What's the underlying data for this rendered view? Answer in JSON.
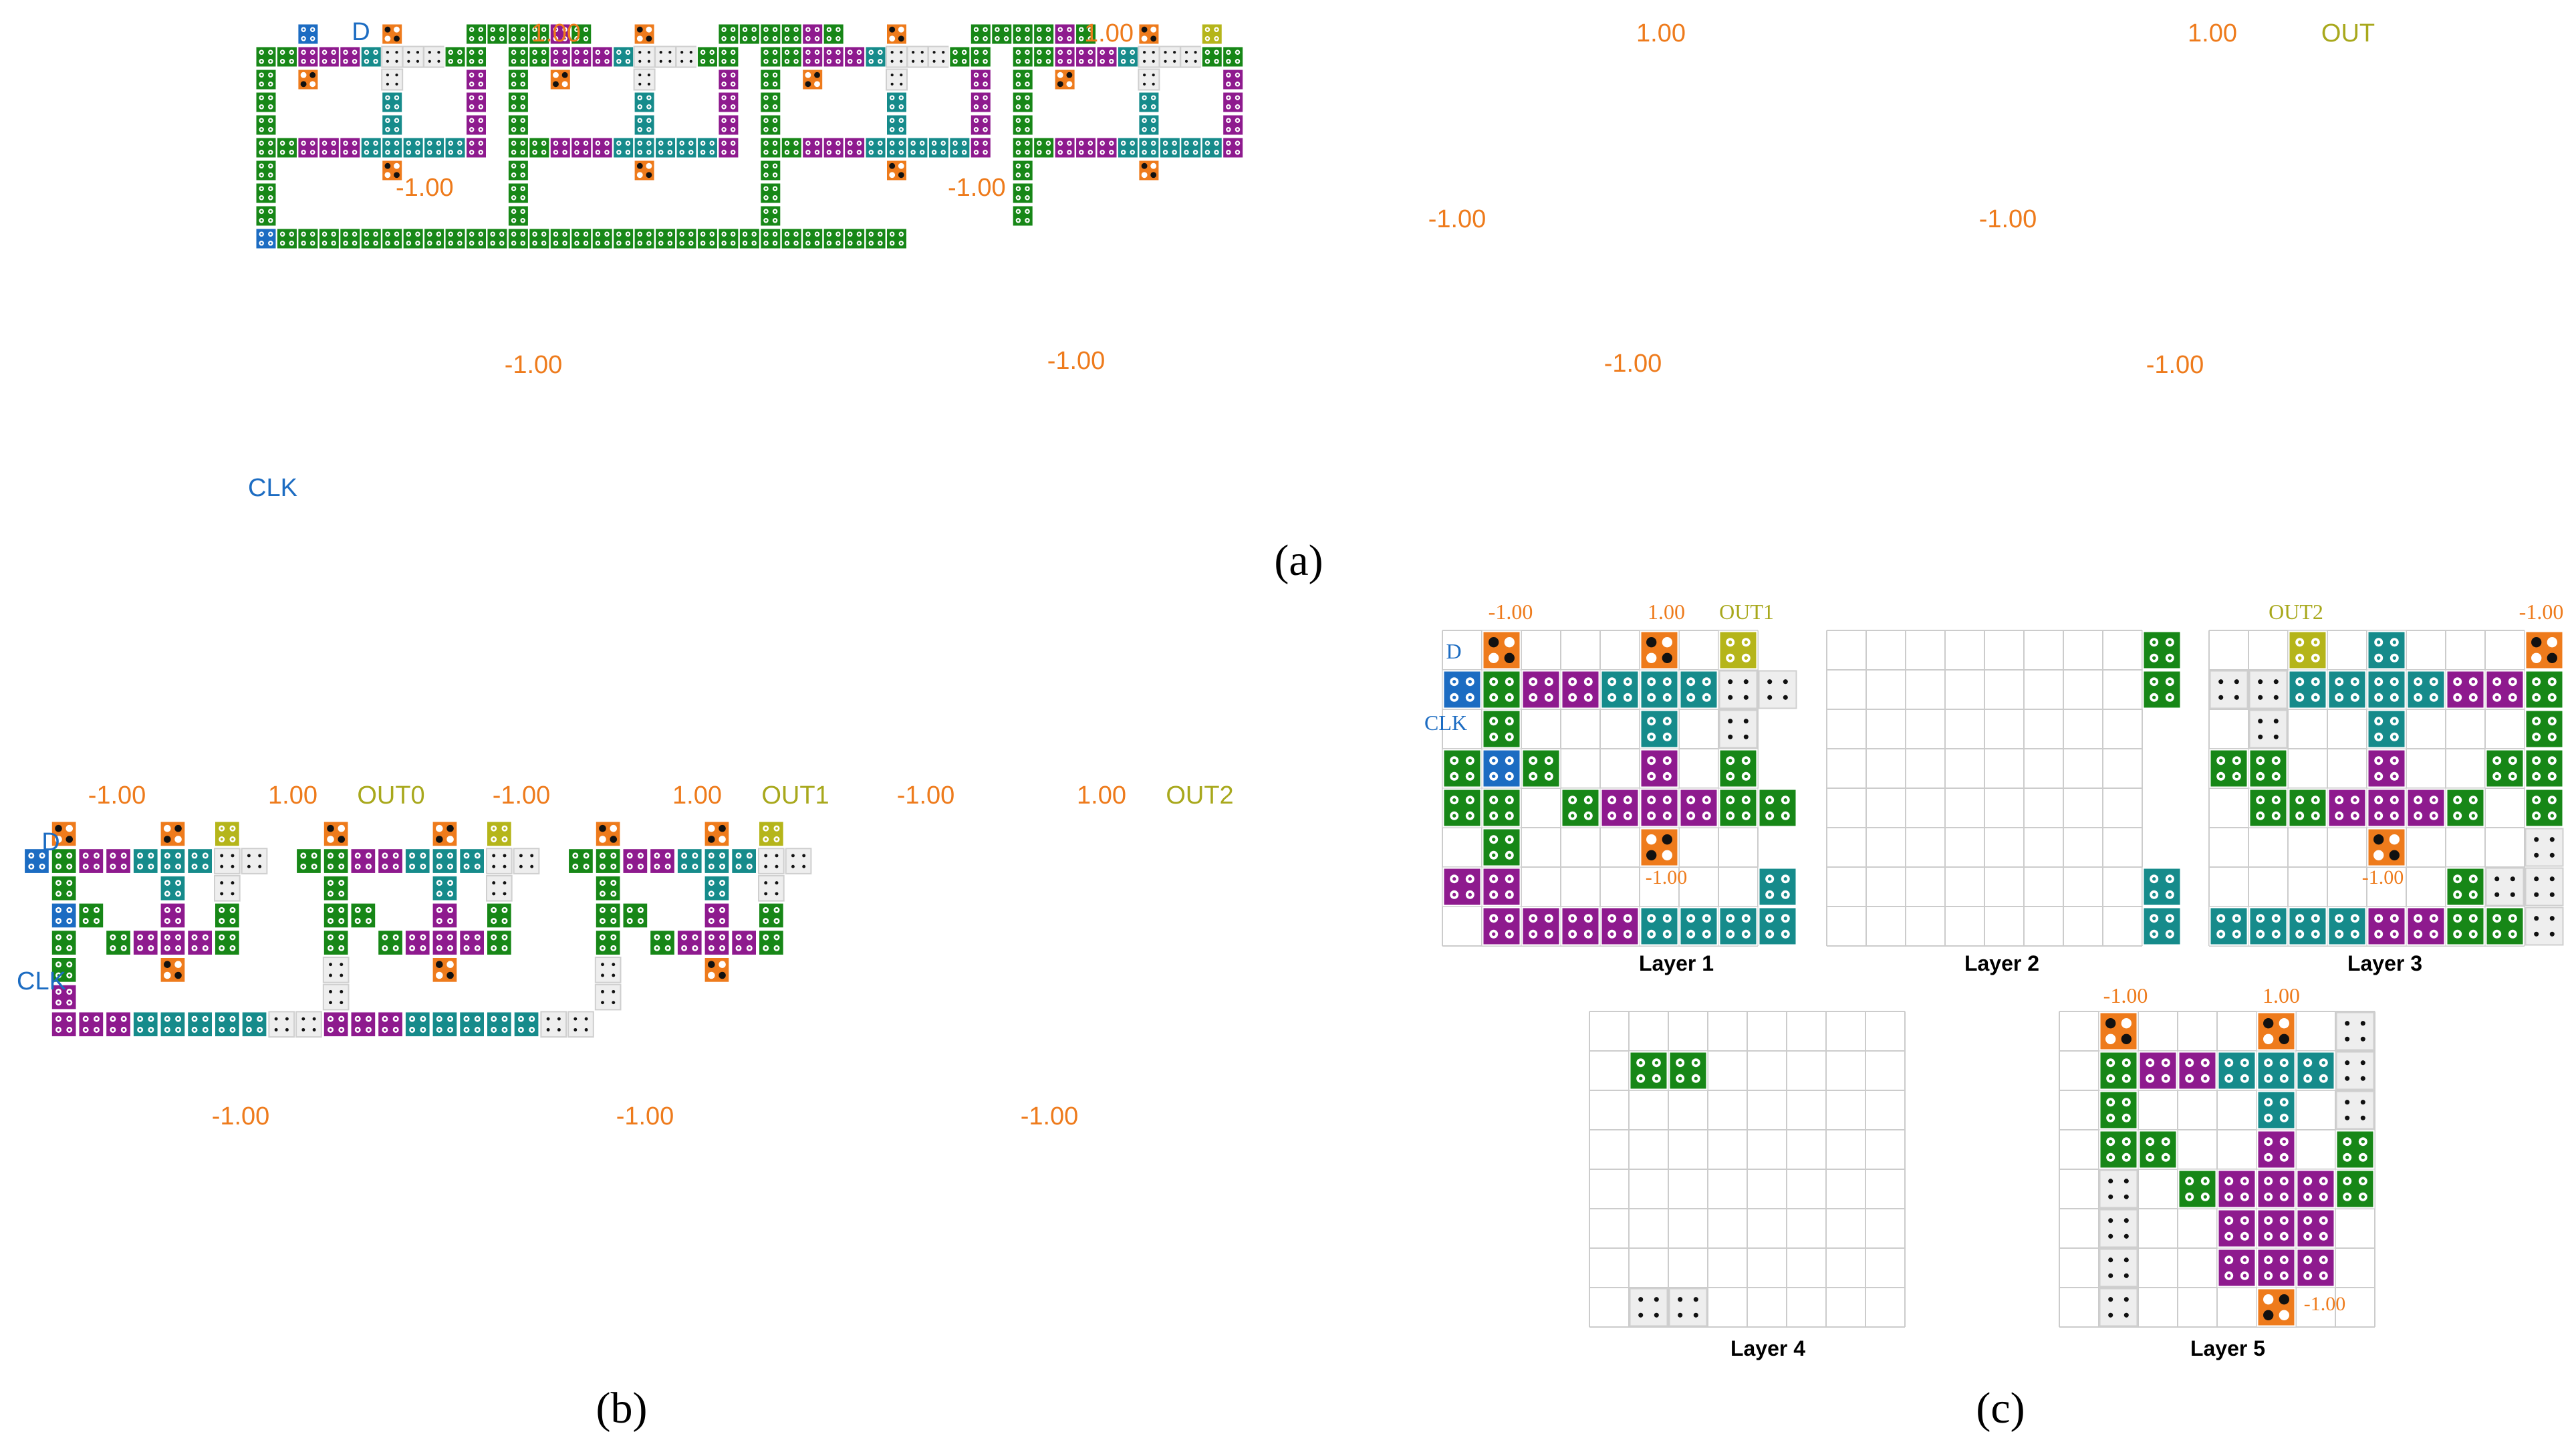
{
  "colors": {
    "green": "#178717",
    "magenta": "#8e1a8e",
    "teal": "#168b8b",
    "blue": "#1c6cc2",
    "orange": "#ee7b1c",
    "olive": "#b5b51a",
    "white": "#eeeeee",
    "label_orange": "#ee7b1c",
    "label_blue": "#1c6cc2",
    "label_olive": "#a8a81c"
  },
  "captions": {
    "a": "(a)",
    "b": "(b)",
    "c": "(c)"
  },
  "panel_a": {
    "labels": {
      "d": "D",
      "clk": "CLK",
      "out": "OUT",
      "pos": [
        "1.00",
        "1.00",
        "1.00",
        "1.00"
      ],
      "neg": [
        "-1.00",
        "-1.00",
        "-1.00",
        "-1.00",
        "-1.00",
        "-1.00",
        "-1.00",
        "-1.00"
      ]
    }
  },
  "panel_b": {
    "labels": {
      "d": "D",
      "clk": "CLK",
      "outs": [
        "OUT0",
        "OUT1",
        "OUT2"
      ],
      "pos": [
        "1.00",
        "1.00",
        "1.00"
      ],
      "neg_top": [
        "-1.00",
        "-1.00",
        "-1.00"
      ],
      "neg_bottom": [
        "-1.00",
        "-1.00",
        "-1.00"
      ]
    }
  },
  "panel_c": {
    "layer_titles": [
      "Layer 1",
      "Layer 2",
      "Layer 3",
      "Layer 4",
      "Layer 5"
    ],
    "layer1": {
      "neg_top": "-1.00",
      "pos": "1.00",
      "out": "OUT1",
      "d": "D",
      "clk": "CLK",
      "neg_mid": "-1.00"
    },
    "layer3": {
      "out": "OUT2",
      "neg_top": "-1.00",
      "neg_mid": "-1.00"
    },
    "layer5": {
      "neg_top": "-1.00",
      "pos": "1.00",
      "neg_bottom": "-1.00"
    }
  }
}
